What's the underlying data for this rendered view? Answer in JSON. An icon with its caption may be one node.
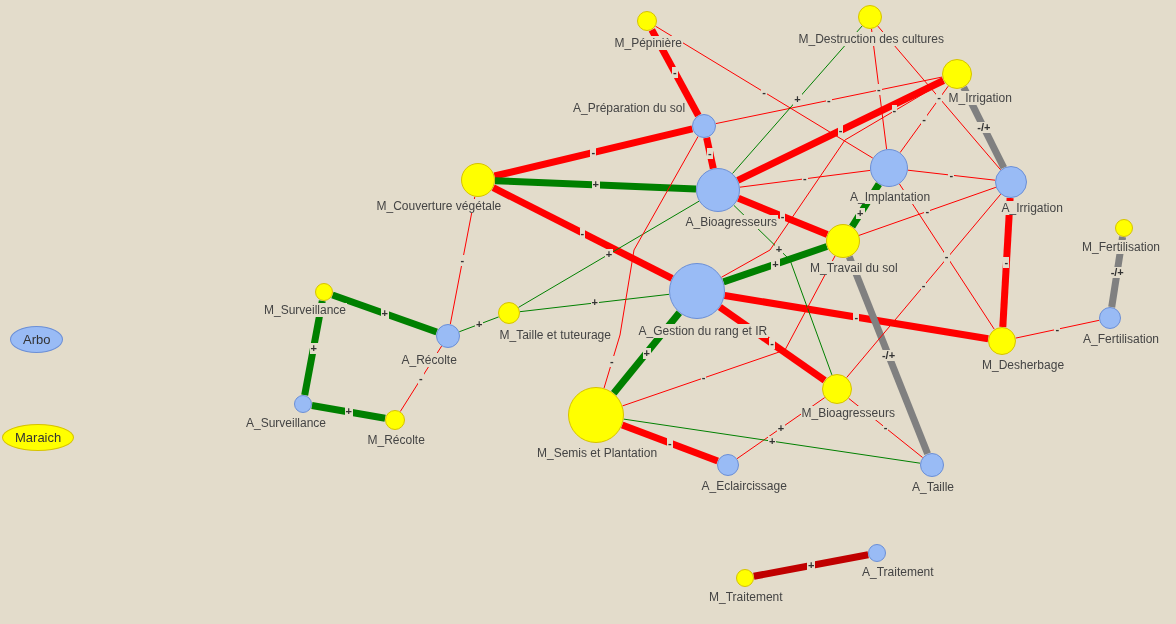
{
  "diagram": {
    "nodes": [
      {
        "text": [
          "M_Pépinière"
        ]
      },
      {
        "text": [
          "M_Destruction des cultures"
        ]
      },
      {
        "text": [
          "M_Irrigation"
        ]
      },
      {
        "text": [
          "A_Préparation du sol"
        ]
      },
      {
        "text": [
          "M_Couverture végétale"
        ]
      },
      {
        "text": [
          "A_Bioagresseurs"
        ]
      },
      {
        "text": [
          "A_Implantation"
        ]
      },
      {
        "text": [
          "A_Irrigation"
        ]
      },
      {
        "text": [
          "M_Travail du sol"
        ]
      },
      {
        "text": [
          "M_Fertilisation"
        ]
      },
      {
        "text": [
          "M_Surveillance"
        ]
      },
      {
        "text": [
          "M_Taille et tuteurage"
        ]
      },
      {
        "text": [
          "A_Gestion du rang et IR"
        ]
      },
      {
        "text": [
          "A_Récolte"
        ]
      },
      {
        "text": [
          "A_Fertilisation"
        ]
      },
      {
        "text": [
          "M_Desherbage"
        ]
      },
      {
        "text": [
          "M_Bioagresseurs"
        ]
      },
      {
        "text": [
          "A_Surveillance"
        ]
      },
      {
        "text": [
          "M_Récolte"
        ]
      },
      {
        "text": [
          "M_Semis et Plantation"
        ]
      },
      {
        "text": [
          "A_Eclaircissage"
        ]
      },
      {
        "text": [
          "A_Taille"
        ]
      },
      {
        "text": [
          "A_Traitement"
        ]
      },
      {
        "text": [
          "M_Traitement"
        ]
      }
    ],
    "edges": [
      {
        "from": 0,
        "to": 3,
        "arrow": "none",
        "label": "-",
        "style": "thick"
      },
      {
        "from": 3,
        "to": 5,
        "arrow": "none",
        "label": "-",
        "style": "thick"
      },
      {
        "from": 4,
        "to": 3,
        "arrow": "none",
        "label": "-",
        "style": "thick"
      },
      {
        "from": 4,
        "to": 5,
        "arrow": "none",
        "label": "+",
        "style": "thick",
        "color": "#008000"
      },
      {
        "from": 4,
        "to": 12,
        "arrow": "none",
        "label": "-",
        "style": "thick"
      },
      {
        "from": 5,
        "to": 2,
        "arrow": "none",
        "label": "-",
        "style": "thick"
      },
      {
        "from": 5,
        "to": 8,
        "arrow": "none",
        "label": "-",
        "style": "thick"
      },
      {
        "from": 19,
        "to": 12,
        "arrow": "none",
        "label": "+",
        "style": "thick",
        "color": "#008000"
      },
      {
        "from": 12,
        "to": 8,
        "arrow": "none",
        "label": "+",
        "style": "thick",
        "color": "#008000"
      },
      {
        "from": 8,
        "to": 6,
        "arrow": "none",
        "label": "+",
        "style": "thick",
        "color": "#008000"
      },
      {
        "from": 12,
        "to": 15,
        "arrow": "none",
        "label": "-",
        "style": "thick"
      },
      {
        "from": 12,
        "to": 16,
        "arrow": "none",
        "label": "-",
        "style": "thick"
      },
      {
        "from": 19,
        "to": 20,
        "arrow": "none",
        "label": "-",
        "style": "thick"
      },
      {
        "from": 2,
        "to": 7,
        "arrow": "none",
        "label": "-/+",
        "style": "thick",
        "color": "#808080"
      },
      {
        "from": 8,
        "to": 21,
        "arrow": "none",
        "label": "-/+",
        "style": "thick",
        "color": "#808080"
      },
      {
        "from": 7,
        "to": 15,
        "arrow": "none",
        "label": "-",
        "style": "thick"
      },
      {
        "from": 9,
        "to": 14,
        "arrow": "none",
        "label": "-/+",
        "style": "thick",
        "color": "#808080"
      },
      {
        "from": 10,
        "to": 13,
        "arrow": "none",
        "label": "+",
        "style": "thick",
        "color": "#008000"
      },
      {
        "from": 10,
        "to": 17,
        "arrow": "none",
        "label": "+",
        "style": "thick",
        "color": "#008000"
      },
      {
        "from": 17,
        "to": 18,
        "arrow": "none",
        "label": "+",
        "style": "thick",
        "color": "#008000"
      },
      {
        "from": 22,
        "to": 23,
        "arrow": "none",
        "label": "+",
        "style": "thick",
        "color": "#c00000"
      },
      {
        "from": 11,
        "to": 12,
        "arrow": "none",
        "label": "+",
        "color": "#008000"
      },
      {
        "from": 11,
        "to": 13,
        "arrow": "none",
        "label": "+",
        "color": "#008000"
      },
      {
        "from": 11,
        "to": 5,
        "arrow": "none",
        "label": "+",
        "color": "#008000"
      },
      {
        "from": 13,
        "to": 4,
        "arrow": "none",
        "label": "-"
      },
      {
        "from": 13,
        "to": 18,
        "arrow": "none",
        "label": "-"
      },
      {
        "from": 3,
        "to": 2,
        "arrow": "none",
        "label": "-"
      },
      {
        "from": 0,
        "to": 6,
        "arrow": "none",
        "label": "-"
      },
      {
        "from": 1,
        "to": 6,
        "arrow": "none",
        "label": "-"
      },
      {
        "from": 1,
        "to": 7,
        "arrow": "none",
        "label": "-"
      },
      {
        "from": 1,
        "to": 5,
        "arrow": "none",
        "label": "+",
        "color": "#008000"
      },
      {
        "from": 2,
        "to": 12,
        "arrow": "none",
        "label": "-"
      },
      {
        "from": 2,
        "to": 6,
        "arrow": "none",
        "label": "-"
      },
      {
        "from": 5,
        "to": 6,
        "arrow": "none",
        "label": "-"
      },
      {
        "from": 6,
        "to": 7,
        "arrow": "none",
        "label": "-"
      },
      {
        "from": 6,
        "to": 15,
        "arrow": "none",
        "label": "-"
      },
      {
        "from": 8,
        "to": 7,
        "arrow": "none",
        "label": "-"
      },
      {
        "from": 15,
        "to": 14,
        "arrow": "none",
        "label": "-"
      },
      {
        "from": 16,
        "to": 21,
        "arrow": "none",
        "label": "-"
      },
      {
        "from": 16,
        "to": 20,
        "arrow": "none",
        "label": "+"
      },
      {
        "from": 16,
        "to": 7,
        "arrow": "none",
        "label": "-"
      },
      {
        "from": 19,
        "to": 21,
        "arrow": "none",
        "label": "+",
        "color": "#008000"
      },
      {
        "from": 5,
        "to": 16,
        "arrow": "none",
        "label": "+",
        "color": "#008000"
      },
      {
        "from": 19,
        "to": 3,
        "arrow": "none",
        "label": "-"
      },
      {
        "from": 19,
        "to": 8,
        "arrow": "none",
        "label": "-"
      }
    ],
    "legend": [
      {
        "text": "Arbo",
        "color": "#99bbf5"
      },
      {
        "text": "Maraich",
        "color": "#ffff00"
      }
    ]
  }
}
